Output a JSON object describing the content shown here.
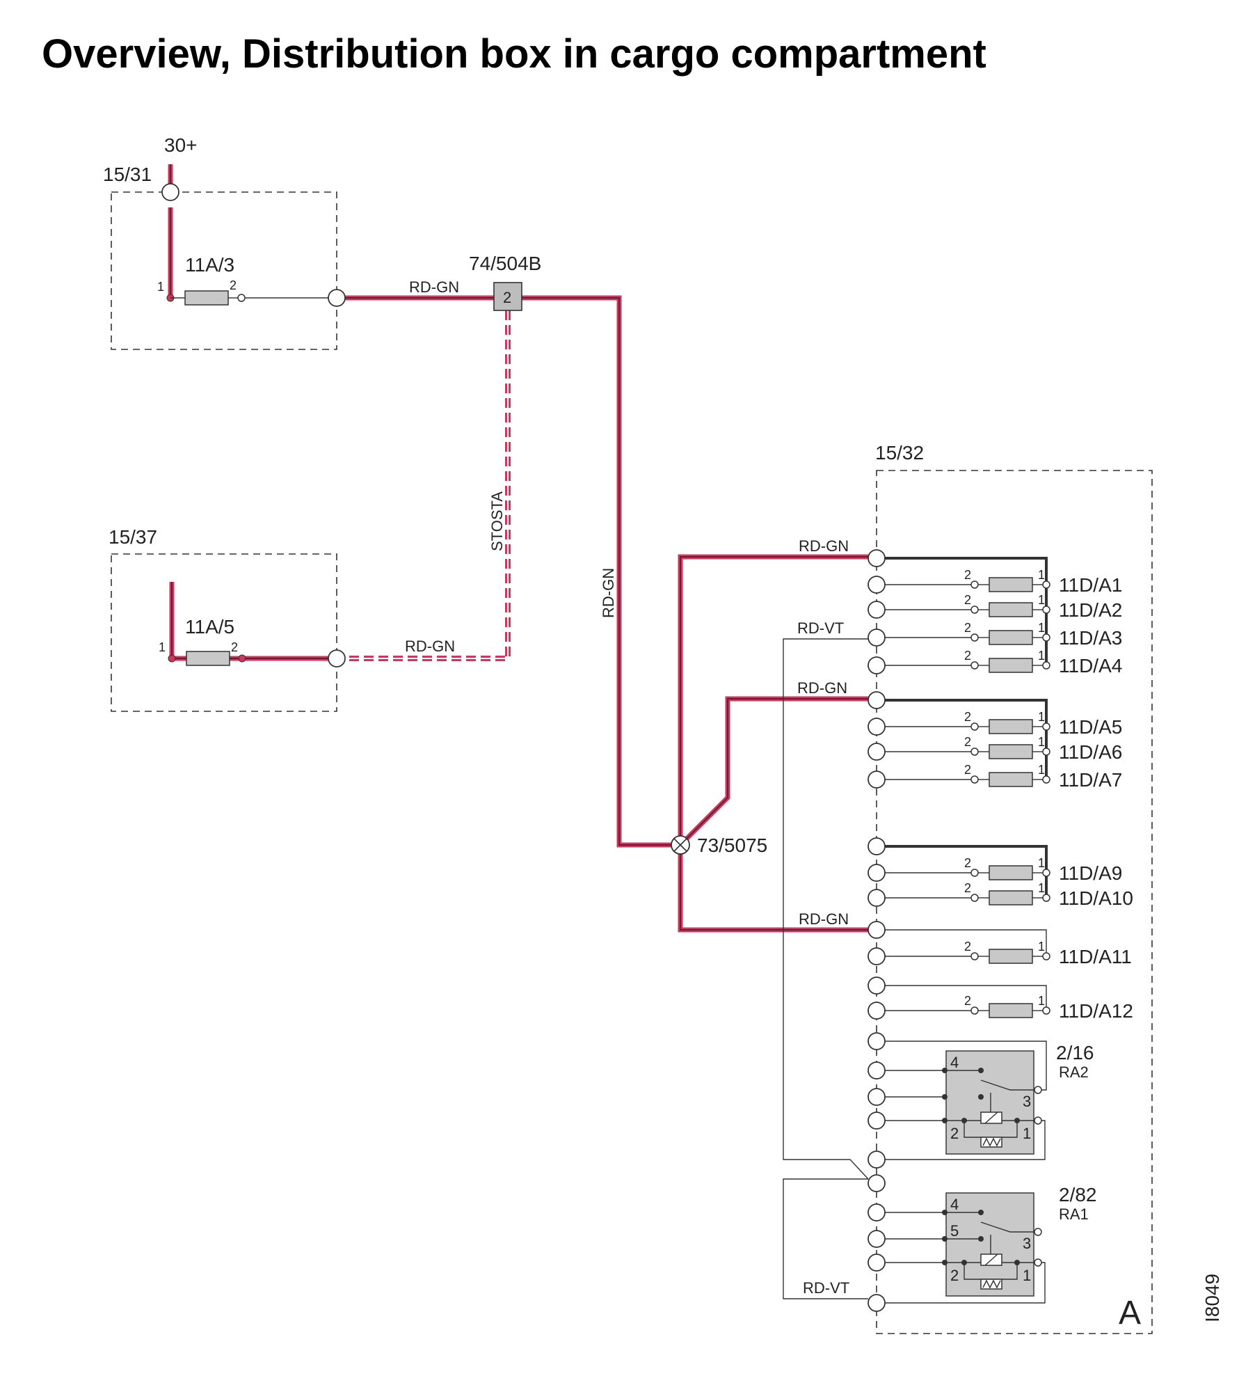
{
  "title": "Overview, Distribution box in cargo compartment",
  "figure_id": "I8049",
  "colors": {
    "wire_red": "#d0355e",
    "wire_core": "#3a1a22",
    "ink": "#333333",
    "fuse_fill": "#c8c8c8"
  },
  "supply_label": "30+",
  "boxes": {
    "box1_label": "15/31",
    "box2_label": "15/37",
    "box3_label": "15/32",
    "box3_mark": "A"
  },
  "fuses_top": {
    "f1_label": "11A/3",
    "f1_pin1": "1",
    "f1_pin2": "2",
    "f2_label": "11A/5",
    "f2_pin1": "1",
    "f2_pin2": "2"
  },
  "connector_label": "74/504B",
  "connector_pin": "2",
  "splice_label": "73/5075",
  "wire_labels": {
    "w1": "RD-GN",
    "w2": "RD-GN",
    "w_vertical": "RD-GN",
    "w_stosta": "STOSTA",
    "w_a": "RD-GN",
    "w_b": "RD-GN",
    "w_c": "RD-GN",
    "w_vt1": "RD-VT",
    "w_vt2": "RD-VT"
  },
  "fuse_pin_in": "2",
  "fuse_pin_out": "1",
  "fuses": [
    "11D/A1",
    "11D/A2",
    "11D/A3",
    "11D/A4",
    "11D/A5",
    "11D/A6",
    "11D/A7",
    "11D/A9",
    "11D/A10",
    "11D/A11",
    "11D/A12"
  ],
  "relays": [
    {
      "id": "2/16",
      "name": "RA2",
      "pins": [
        "4",
        "3",
        "2",
        "1"
      ]
    },
    {
      "id": "2/82",
      "name": "RA1",
      "pins": [
        "4",
        "5",
        "3",
        "2",
        "1"
      ]
    }
  ]
}
